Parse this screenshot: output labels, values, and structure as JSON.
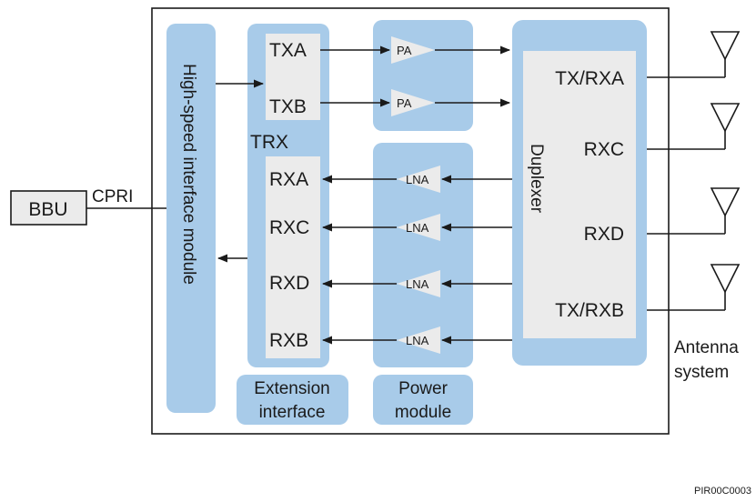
{
  "bbu": {
    "label": "BBU"
  },
  "cpri": {
    "label": "CPRI"
  },
  "interface_module": {
    "label": "High-speed interface module"
  },
  "trx": {
    "label": "TRX",
    "tx_ports": [
      "TXA",
      "TXB"
    ],
    "rx_ports": [
      "RXA",
      "RXC",
      "RXD",
      "RXB"
    ]
  },
  "amplifiers": {
    "pa_label": "PA",
    "lna_label": "LNA"
  },
  "duplexer": {
    "label": "Duplexer",
    "ports": [
      "TX/RXA",
      "RXC",
      "RXD",
      "TX/RXB"
    ]
  },
  "extension_interface": {
    "line1": "Extension",
    "line2": "interface"
  },
  "power_module": {
    "line1": "Power",
    "line2": "module"
  },
  "antenna_system": {
    "line1": "Antenna",
    "line2": "system"
  },
  "figure_id": "PIR00C0003",
  "colors": {
    "module_fill": "#a8cbe9",
    "port_fill": "#ebebeb",
    "line": "#1a1a1a"
  }
}
